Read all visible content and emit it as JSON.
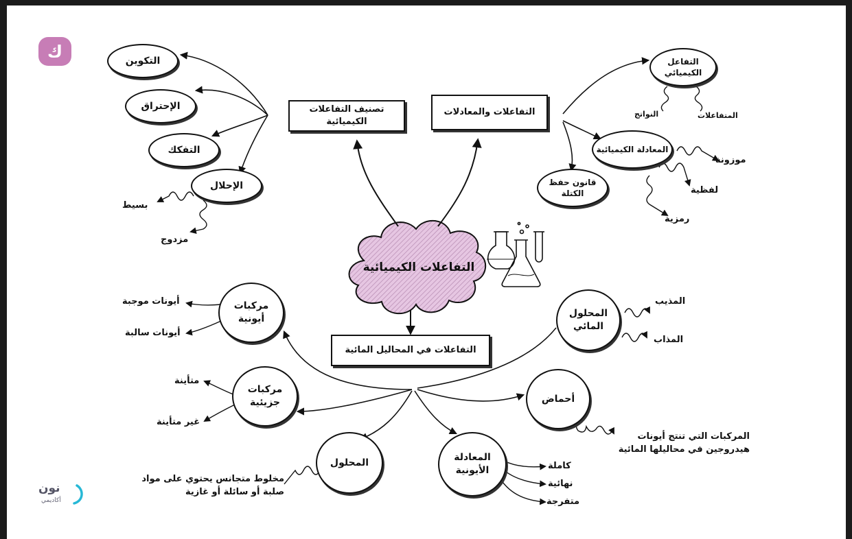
{
  "branding": {
    "badge_letter": "ك",
    "name": "نون",
    "subtitle": "أكاديمي"
  },
  "center": "التفاعلات الكيميائية",
  "boxes": {
    "classification": "تصنيف التفاعلات الكيميائية",
    "reactions_equations": "التفاعلات والمعادلات",
    "aqueous": "التفاعلات في المحاليل المائية"
  },
  "classification_types": {
    "formation": "التكوين",
    "combustion": "الإحتراق",
    "decomposition": "التفكك",
    "replacement": "الإحلال",
    "single": "بسيط",
    "double": "مزدوج"
  },
  "reactions": {
    "chemical_reaction": "التفاعل الكيميائي",
    "products": "النواتج",
    "reactants": "المتفاعلات",
    "chemical_equation": "المعادلة الكيميائية",
    "balanced": "موزونة",
    "word": "لفظية",
    "symbolic": "رمزية",
    "conservation_line1": "قانون حفظ",
    "conservation_line2": "الكتلة"
  },
  "aqueous": {
    "ionic_compounds_line1": "مركبات",
    "ionic_compounds_line2": "أيونية",
    "positive_ions": "أيونات موجبة",
    "negative_ions": "أيونات سالبة",
    "molecular_line1": "مركبات",
    "molecular_line2": "جزيئية",
    "ionized": "متأينة",
    "non_ionized": "غير متأينة",
    "solution": "المحلول",
    "solution_def_line1": "مخلوط متجانس يحتوي على مواد",
    "solution_def_line2": "صلبة أو سائلة أو غازية",
    "ionic_equation_line1": "المعادلة",
    "ionic_equation_line2": "الأيونية",
    "complete": "كاملة",
    "net": "نهائية",
    "spectator": "متفرجة",
    "acids": "أحماض",
    "acids_def_line1": "المركبات التي تنتج أيونات",
    "acids_def_line2": "هيدروجين في محاليلها المائية",
    "aqueous_solution_line1": "المحلول",
    "aqueous_solution_line2": "المائي",
    "solvent": "المذيب",
    "solute": "المذاب"
  },
  "colors": {
    "cloud_fill": "#e6c6e2",
    "cloud_hatch": "#b58ab0",
    "badge": "#c77db6",
    "ink": "#111111",
    "noon_accent": "#27b8d6"
  },
  "icons": [
    "flask-icon",
    "test-tube-icon",
    "conical-flask-icon"
  ]
}
